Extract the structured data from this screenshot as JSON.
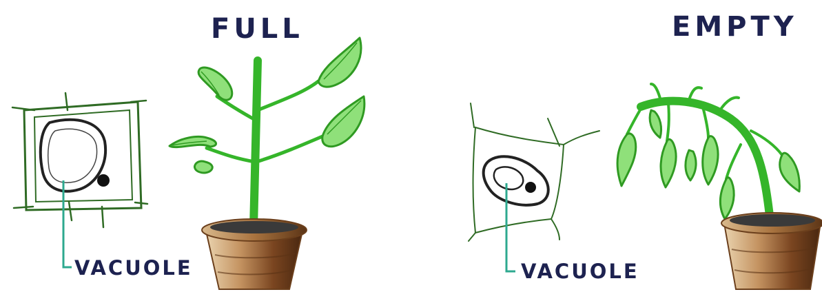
{
  "panels": {
    "full": {
      "title": "FULL",
      "label": "VACUOLE"
    },
    "empty": {
      "title": "EMPTY",
      "label": "VACUOLE"
    }
  },
  "colors": {
    "text": "#1d2250",
    "stem": "#35b52a",
    "leaf_fill": "#8fe07a",
    "leaf_edge": "#2f9a22",
    "cell_wall": "#2f6b24",
    "pointer": "#2ea98f",
    "pot": "#8b5a2e",
    "soil": "#3a3a3a"
  },
  "icons": [
    "plant-cell",
    "potted-plant-upright",
    "potted-plant-wilted",
    "nucleus",
    "vacuole"
  ]
}
